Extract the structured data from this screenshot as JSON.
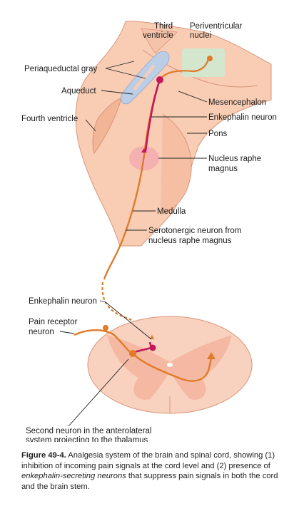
{
  "figure": {
    "labels": {
      "third_ventricle_1": "Third",
      "third_ventricle_2": "ventricle",
      "periventricular_1": "Periventricular",
      "periventricular_2": "nuclei",
      "periaqueductal_gray": "Periaqueductal gray",
      "aqueduct": "Aqueduct",
      "mesencephalon": "Mesencephalon",
      "fourth_ventricle": "Fourth ventricle",
      "enkephalin_neuron_top": "Enkephalin neuron",
      "pons": "Pons",
      "nucleus_raphe_1": "Nucleus raphe",
      "nucleus_raphe_2": "magnus",
      "medulla": "Medulla",
      "serotonergic_1": "Serotonergic neuron from",
      "serotonergic_2": "nucleus raphe magnus",
      "enkephalin_neuron_cord": "Enkephalin neuron",
      "pain_receptor_1": "Pain receptor",
      "pain_receptor_2": "neuron",
      "second_neuron_1": "Second neuron in the anterolateral",
      "second_neuron_2": "system projecting to the thalamus"
    },
    "colors": {
      "brainstem": "#f8cdb4",
      "brainstem_edge": "#d9957a",
      "periaqueductal": "#bccde6",
      "periventricular": "#cfe9cf",
      "raphe_glow": "#f4a6b0",
      "orange_neuron": "#e07b2a",
      "enkephalin_neuron": "#c2185b"
    }
  },
  "caption": {
    "figure_number": "Figure 49-4.",
    "text_1": "Analgesia system of the brain and spinal cord, showing (1) inhibition of incoming pain signals at the cord level and (2) presence of",
    "text_italic": "enkephalin-secreting neurons",
    "text_2": "that suppress pain signals in both the cord and the brain stem."
  }
}
